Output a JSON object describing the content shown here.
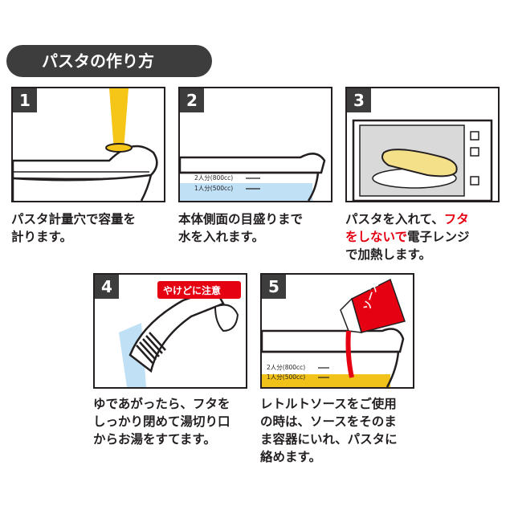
{
  "title": "パスタの作り方",
  "steps": [
    {
      "num": "1",
      "caption_lines": [
        "パスタ計量穴で容量を",
        "計ります。"
      ]
    },
    {
      "num": "2",
      "caption_lines": [
        "本体側面の目盛りまで",
        "水を入れます。"
      ],
      "mark_2": "2人分(800cc)",
      "mark_1": "1人分(500cc)"
    },
    {
      "num": "3",
      "caption_pre": "パスタを入れて、",
      "caption_red_1": "フタ",
      "caption_red_2": "をしないで",
      "caption_post_2": "電子レンジ",
      "caption_line_3": "で加熱します。"
    },
    {
      "num": "4",
      "warning": "やけどに注意",
      "caption_lines": [
        "ゆであがったら、フタを",
        "しっかり閉めて湯切り口",
        "からお湯をすてます。"
      ]
    },
    {
      "num": "5",
      "sauce_label": "ソース",
      "mark_2": "2人分(800cc)",
      "mark_1": "1人分(500cc)",
      "caption_lines": [
        "レトルトソースをご使用",
        "の時は、ソースをそのま",
        "ま容器にいれ、パスタに",
        "絡めます。"
      ]
    }
  ],
  "colors": {
    "dark": "#3d3d3d",
    "yellow": "#f5c518",
    "water_blue": "#bfe0f5",
    "red": "#e50012",
    "sauce_yellow": "#f0c21a"
  }
}
